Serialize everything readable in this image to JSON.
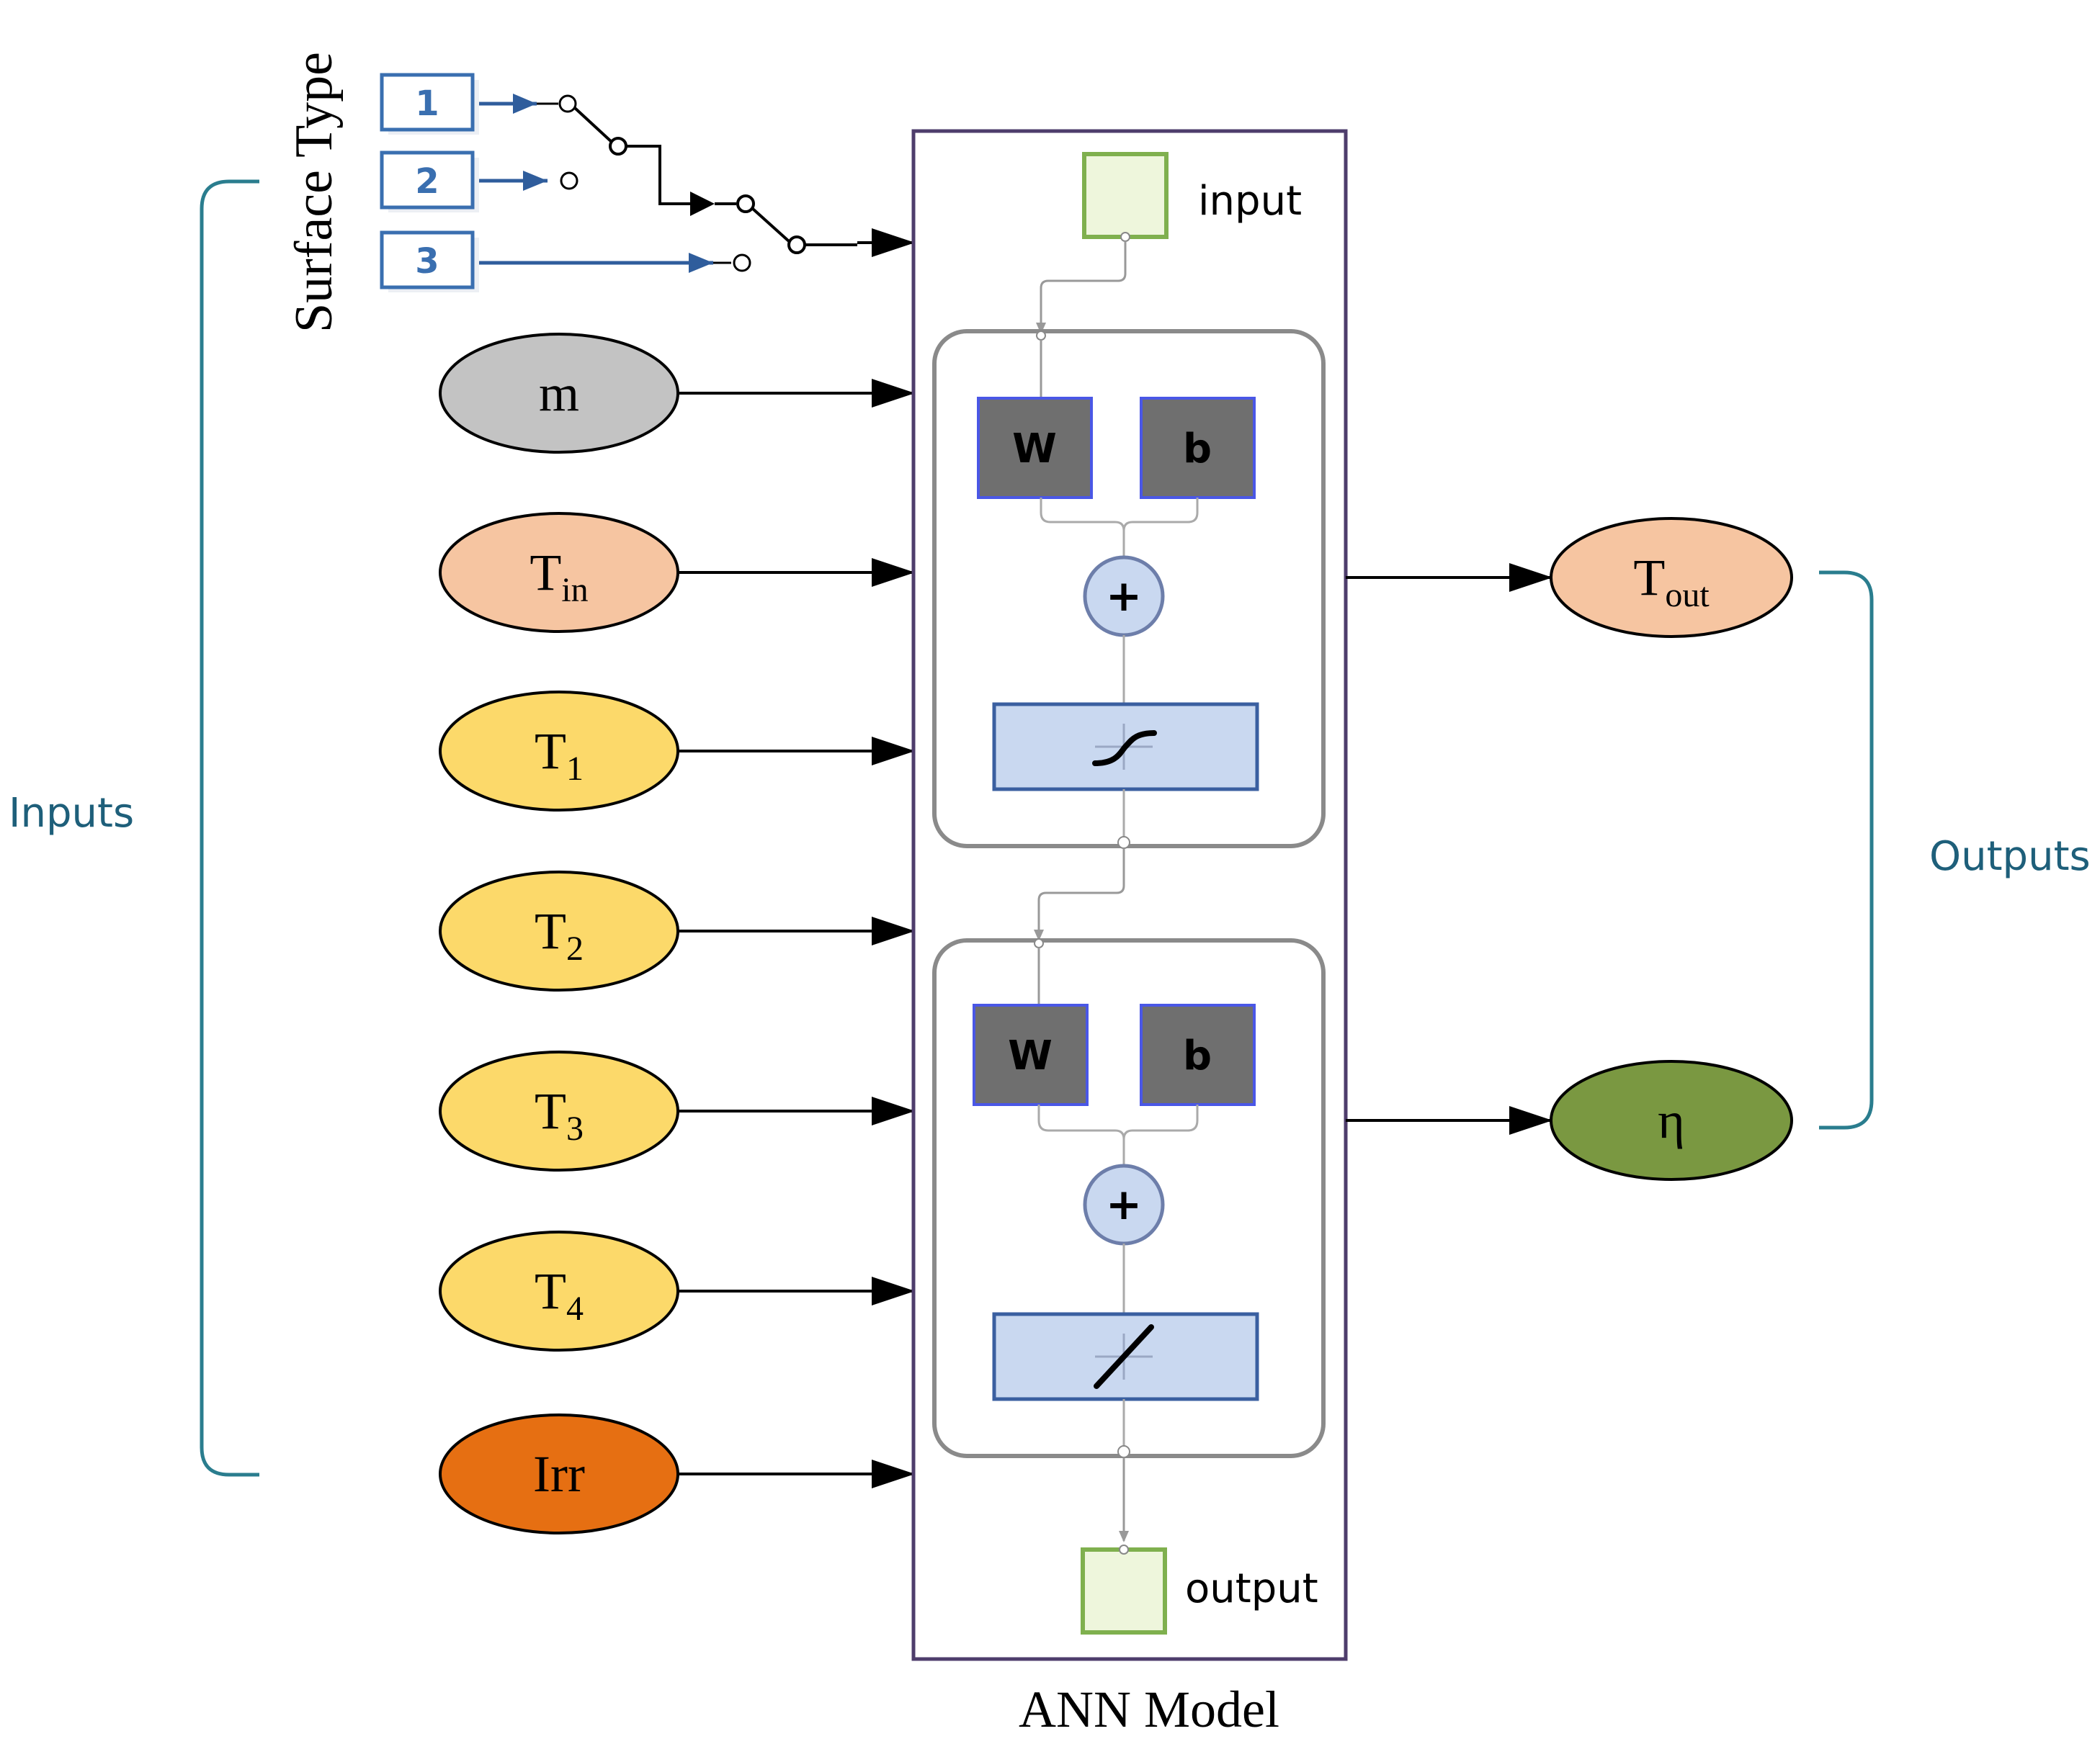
{
  "surface_type": {
    "title": "Surface Type",
    "constants": [
      "1",
      "2",
      "3"
    ]
  },
  "inputs": {
    "bracket_label": "Inputs",
    "nodes": [
      {
        "main": "m",
        "sub": "",
        "fill": "#c3c3c3"
      },
      {
        "main": "T",
        "sub": "in",
        "fill": "#f6c5a1"
      },
      {
        "main": "T",
        "sub": "1",
        "fill": "#fcd96a"
      },
      {
        "main": "T",
        "sub": "2",
        "fill": "#fcd96a"
      },
      {
        "main": "T",
        "sub": "3",
        "fill": "#fcd96a"
      },
      {
        "main": "T",
        "sub": "4",
        "fill": "#fcd96a"
      },
      {
        "main": "Irr",
        "sub": "",
        "fill": "#e66f12"
      }
    ]
  },
  "ann_model": {
    "caption": "ANN Model",
    "input_label": "input",
    "output_label": "output",
    "layers": [
      {
        "weight_label": "W",
        "bias_label": "b",
        "sum_symbol": "+",
        "activation": "sigmoid"
      },
      {
        "weight_label": "W",
        "bias_label": "b",
        "sum_symbol": "+",
        "activation": "linear"
      }
    ]
  },
  "outputs": {
    "bracket_label": "Outputs",
    "nodes": [
      {
        "main": "T",
        "sub": "out",
        "fill": "#f6c5a1"
      },
      {
        "main": "η",
        "sub": "",
        "fill": "#7a9841"
      }
    ]
  },
  "colors": {
    "bracket": "#2a7d8e",
    "frame": "#4e3d6c",
    "weight_block": "#6f6f6f",
    "weight_border": "#4a57e6",
    "activation_fill": "#c9d8f0",
    "activation_border": "#3a5fa0",
    "io_fill": "#eef6dc",
    "io_border": "#7fb04e",
    "switch_line": "#2f5d9c"
  }
}
